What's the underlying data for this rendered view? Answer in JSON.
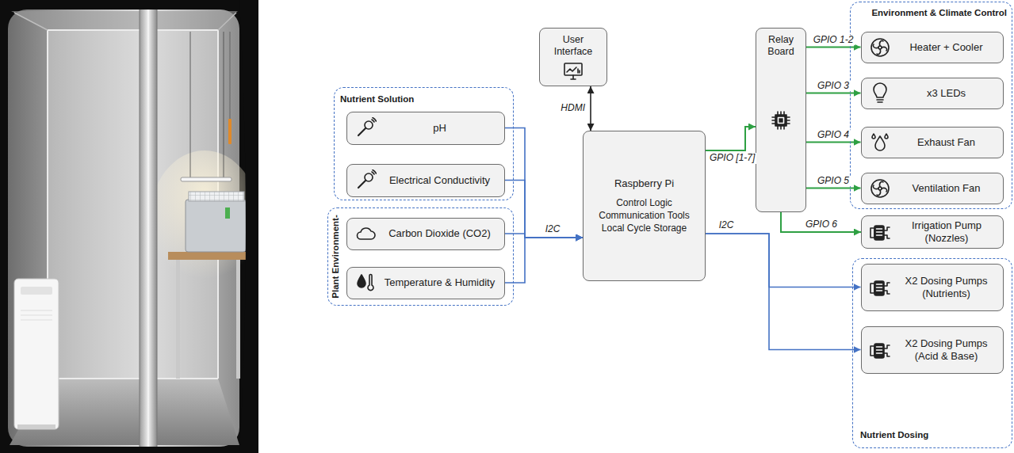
{
  "diagram": {
    "nodes": [
      {
        "text": [
          "Nutrient Solution"
        ]
      },
      {
        "text": [
          "pH"
        ],
        "in": 0
      },
      {
        "text": [
          "Electrical Conductivity"
        ],
        "in": 0
      },
      {
        "text": [
          "Plant Environment-"
        ]
      },
      {
        "text": [
          "Carbon Dioxide (CO2)"
        ],
        "in": 3
      },
      {
        "text": [
          "Temperature & Humidity"
        ],
        "in": 3
      },
      {
        "text": [
          "User Interface"
        ]
      },
      {
        "text": [
          "Raspberry Pi",
          "Control Logic Communication Tools Local Cycle Storage"
        ]
      },
      {
        "text": [
          "Relay Board"
        ]
      },
      {
        "text": [
          "Environment & Climate Control"
        ]
      },
      {
        "text": [
          "Heater + Cooler"
        ],
        "in": 9
      },
      {
        "text": [
          "x3 LEDs"
        ],
        "in": 9
      },
      {
        "text": [
          "Exhaust Fan"
        ],
        "in": 9
      },
      {
        "text": [
          "Ventilation Fan"
        ],
        "in": 9
      },
      {
        "text": [
          "Irrigation Pump (Nozzles)"
        ]
      },
      {
        "text": [
          "Nutrient Dosing"
        ]
      },
      {
        "text": [
          "X2 Dosing Pumps (Nutrients)"
        ],
        "in": 15
      },
      {
        "text": [
          "X2 Dosing Pumps (Acid & Base)"
        ],
        "in": 15
      }
    ],
    "edges": [
      {
        "from": 1,
        "to": 7,
        "arrow": "to"
      },
      {
        "from": 2,
        "to": 7,
        "arrow": "to"
      },
      {
        "from": 4,
        "to": 7,
        "label": "I2C",
        "arrow": "to"
      },
      {
        "from": 5,
        "to": 7,
        "arrow": "to"
      },
      {
        "from": 6,
        "to": 7,
        "label": "HDMI",
        "arrow": "both"
      },
      {
        "from": 7,
        "to": 8,
        "label": "GPIO [1-7]",
        "arrow": "to"
      },
      {
        "from": 8,
        "to": 10,
        "label": "GPIO 1-2",
        "arrow": "to"
      },
      {
        "from": 8,
        "to": 11,
        "label": "GPIO 3",
        "arrow": "to"
      },
      {
        "from": 8,
        "to": 12,
        "label": "GPIO 4",
        "arrow": "to"
      },
      {
        "from": 8,
        "to": 13,
        "label": "GPIO 5",
        "arrow": "to"
      },
      {
        "from": 8,
        "to": 14,
        "label": "GPIO 6",
        "arrow": "to"
      },
      {
        "from": 7,
        "to": 16,
        "label": "I2C",
        "arrow": "to"
      },
      {
        "from": 7,
        "to": 17,
        "arrow": "to"
      }
    ]
  }
}
